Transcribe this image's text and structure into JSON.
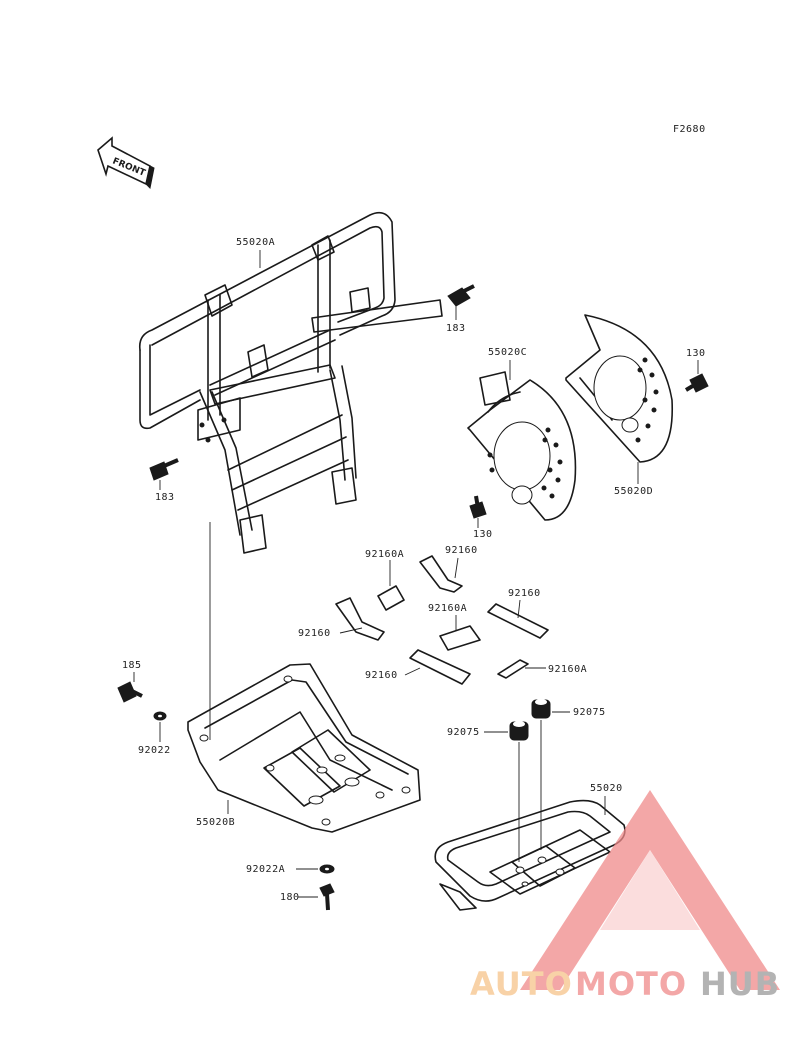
{
  "diagram": {
    "code": "F2680",
    "front_label": "FRONT",
    "labels": {
      "guard_main": "55020A",
      "guard_skid": "55020B",
      "guard_right": "55020C",
      "guard_left": "55020D",
      "guard_rear": "55020",
      "bolt_183_a": "183",
      "bolt_183_b": "183",
      "bolt_130_a": "130",
      "bolt_130_b": "130",
      "bolt_185": "185",
      "washer_92022": "92022",
      "washer_92022a": "92022A",
      "bolt_180": "180",
      "pad_92160a_1": "92160A",
      "pad_92160_1": "92160",
      "pad_92160_2": "92160",
      "pad_92160a_2": "92160A",
      "pad_92160_3": "92160",
      "pad_92160_4": "92160",
      "pad_92160a_3": "92160A",
      "collar_92075_a": "92075",
      "collar_92075_b": "92075"
    }
  },
  "watermark": {
    "part1": "AUTO",
    "part2": "MOTO",
    "part3": "HUB",
    "color_light": "#f6c38a",
    "color_red": "#f08a8a",
    "color_gray": "#9a9a9a"
  }
}
